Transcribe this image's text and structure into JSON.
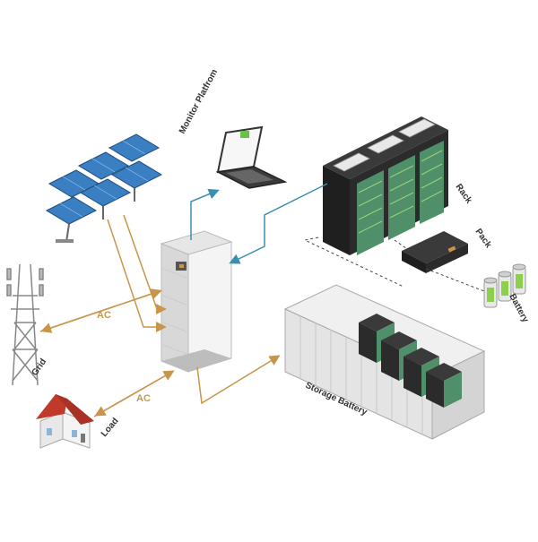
{
  "labels": {
    "monitor": "Monitor Platfrom",
    "rack": "Rack",
    "pack": "Pack",
    "battery": "Battery",
    "storage": "Storage Battery",
    "grid": "Grid",
    "load": "Load",
    "ac_grid": "AC",
    "ac_load": "AC"
  },
  "colors": {
    "ac_line": "#c8954a",
    "data_line": "#3a8fb0",
    "dashed_line": "#444444",
    "panel_blue": "#3a7fc2",
    "house_roof": "#c0392b",
    "cabinet": "#f2f2f2",
    "rack": "#2b2b2b"
  },
  "icons": [
    "solar-panel-icon",
    "laptop-icon",
    "pcs-cabinet-icon",
    "rack-icon",
    "pack-icon",
    "battery-icon",
    "container-icon",
    "tower-icon",
    "house-icon"
  ]
}
